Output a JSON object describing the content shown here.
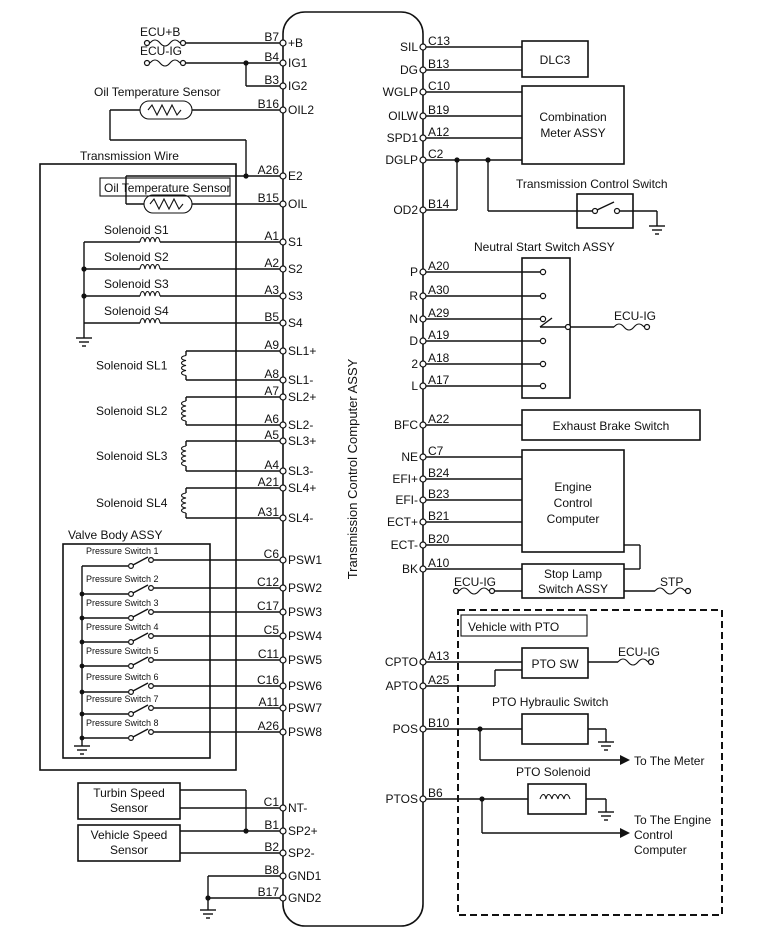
{
  "ecu": {
    "title": "Transmission Control Computer ASSY",
    "left_pins": [
      {
        "code": "B7",
        "name": "+B"
      },
      {
        "code": "B4",
        "name": "IG1"
      },
      {
        "code": "B3",
        "name": "IG2"
      },
      {
        "code": "B16",
        "name": "OIL2"
      },
      {
        "code": "A26",
        "name": "E2"
      },
      {
        "code": "B15",
        "name": "OIL"
      },
      {
        "code": "A1",
        "name": "S1"
      },
      {
        "code": "A2",
        "name": "S2"
      },
      {
        "code": "A3",
        "name": "S3"
      },
      {
        "code": "B5",
        "name": "S4"
      },
      {
        "code": "A9",
        "name": "SL1+"
      },
      {
        "code": "A8",
        "name": "SL1-"
      },
      {
        "code": "A7",
        "name": "SL2+"
      },
      {
        "code": "A6",
        "name": "SL2-"
      },
      {
        "code": "A5",
        "name": "SL3+"
      },
      {
        "code": "A4",
        "name": "SL3-"
      },
      {
        "code": "A21",
        "name": "SL4+"
      },
      {
        "code": "A31",
        "name": "SL4-"
      },
      {
        "code": "C6",
        "name": "PSW1"
      },
      {
        "code": "C12",
        "name": "PSW2"
      },
      {
        "code": "C17",
        "name": "PSW3"
      },
      {
        "code": "C5",
        "name": "PSW4"
      },
      {
        "code": "C11",
        "name": "PSW5"
      },
      {
        "code": "C16",
        "name": "PSW6"
      },
      {
        "code": "A11",
        "name": "PSW7"
      },
      {
        "code": "A26",
        "name": "PSW8"
      },
      {
        "code": "C1",
        "name": "NT-"
      },
      {
        "code": "B1",
        "name": "SP2+"
      },
      {
        "code": "B2",
        "name": "SP2-"
      },
      {
        "code": "B8",
        "name": "GND1"
      },
      {
        "code": "B17",
        "name": "GND2"
      }
    ],
    "right_pins": [
      {
        "code": "C13",
        "name": "SIL"
      },
      {
        "code": "B13",
        "name": "DG"
      },
      {
        "code": "C10",
        "name": "WGLP"
      },
      {
        "code": "B19",
        "name": "OILW"
      },
      {
        "code": "A12",
        "name": "SPD1"
      },
      {
        "code": "C2",
        "name": "DGLP"
      },
      {
        "code": "B14",
        "name": "OD2"
      },
      {
        "code": "A20",
        "name": "P"
      },
      {
        "code": "A30",
        "name": "R"
      },
      {
        "code": "A29",
        "name": "N"
      },
      {
        "code": "A19",
        "name": "D"
      },
      {
        "code": "A18",
        "name": "2"
      },
      {
        "code": "A17",
        "name": "L"
      },
      {
        "code": "A22",
        "name": "BFC"
      },
      {
        "code": "C7",
        "name": "NE"
      },
      {
        "code": "B24",
        "name": "EFI+"
      },
      {
        "code": "B23",
        "name": "EFI-"
      },
      {
        "code": "B21",
        "name": "ECT+"
      },
      {
        "code": "B20",
        "name": "ECT-"
      },
      {
        "code": "A10",
        "name": "BK"
      },
      {
        "code": "A13",
        "name": "CPTO"
      },
      {
        "code": "A25",
        "name": "APTO"
      },
      {
        "code": "B10",
        "name": "POS"
      },
      {
        "code": "B6",
        "name": "PTOS"
      }
    ]
  },
  "power": {
    "ecu_b": "ECU+B",
    "ecu_ig": "ECU-IG"
  },
  "sensors": {
    "oil_temp_top": "Oil Temperature Sensor",
    "oil_temp_inner": "Oil Temperature Sensor",
    "turbine_1": "Turbin Speed",
    "turbine_2": "Sensor",
    "vehicle_1": "Vehicle Speed",
    "vehicle_2": "Sensor"
  },
  "transmission_wire": {
    "label": "Transmission Wire"
  },
  "solenoids": {
    "s1": "Solenoid S1",
    "s2": "Solenoid S2",
    "s3": "Solenoid S3",
    "s4": "Solenoid S4",
    "sl1": "Solenoid SL1",
    "sl2": "Solenoid SL2",
    "sl3": "Solenoid SL3",
    "sl4": "Solenoid SL4"
  },
  "valve_body": {
    "label": "Valve Body ASSY",
    "switches": [
      "Pressure Switch 1",
      "Pressure Switch 2",
      "Pressure Switch 3",
      "Pressure Switch 4",
      "Pressure Switch 5",
      "Pressure Switch 6",
      "Pressure Switch 7",
      "Pressure Switch 8"
    ]
  },
  "components": {
    "dlc3": "DLC3",
    "meter_1": "Combination",
    "meter_2": "Meter ASSY",
    "tcs": "Transmission Control Switch",
    "nss": "Neutral Start Switch ASSY",
    "nss_ecu_ig": "ECU-IG",
    "exhaust": "Exhaust Brake Switch",
    "engine_1": "Engine",
    "engine_2": "Control",
    "engine_3": "Computer",
    "stop_1": "Stop Lamp",
    "stop_2": "Switch ASSY",
    "stop_ecu_ig": "ECU-IG",
    "stp": "STP"
  },
  "pto": {
    "label": "Vehicle with PTO",
    "sw": "PTO SW",
    "sw_ecu_ig": "ECU-IG",
    "hyd": "PTO Hybraulic Switch",
    "to_meter": "To The Meter",
    "sol": "PTO Solenoid",
    "to_engine_1": "To The Engine",
    "to_engine_2": "Control",
    "to_engine_3": "Computer"
  }
}
